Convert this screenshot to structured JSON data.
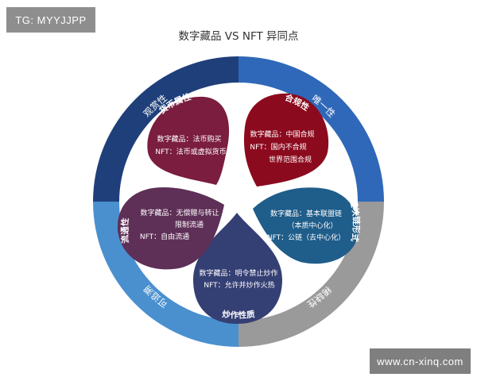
{
  "watermark_top": "TG: MYYJJPP",
  "watermark_bottom": "www.cn-xinq.com",
  "title": "数字藏品 VS NFT 异同点",
  "ring_labels": {
    "top_right": "唯一性",
    "top_left": "观赏性",
    "bottom_right": "稀缺性",
    "bottom_left": "可追溯"
  },
  "petals": [
    {
      "label": "货币属性",
      "color": "#7a1d3f",
      "lines": [
        "数字藏品：法币购买",
        "NFT：法币或虚拟货币"
      ]
    },
    {
      "label": "合规性",
      "color": "#8c0a1e",
      "lines": [
        "数字藏品：中国合规",
        "NFT：国内不合规",
        "世界范围合规"
      ]
    },
    {
      "label": "区块链形式",
      "color": "#1f5d8a",
      "lines": [
        "数字藏品：基本联盟链",
        "（本质中心化）",
        "NFT：公链（去中心化）"
      ]
    },
    {
      "label": "炒作性质",
      "color": "#343f74",
      "lines": [
        "数字藏品：明令禁止炒作",
        "NFT：允许并炒作火热"
      ]
    },
    {
      "label": "流通性",
      "color": "#5e2f57",
      "lines": [
        "数字藏品：无偿赠与转让",
        "限制流通",
        "NFT：自由流通"
      ]
    }
  ],
  "colors": {
    "ring_top_right": "#2f68b8",
    "ring_top_left": "#1f3f7a",
    "ring_bottom_right": "#9a9a9a",
    "ring_bottom_left": "#4a90cf"
  }
}
